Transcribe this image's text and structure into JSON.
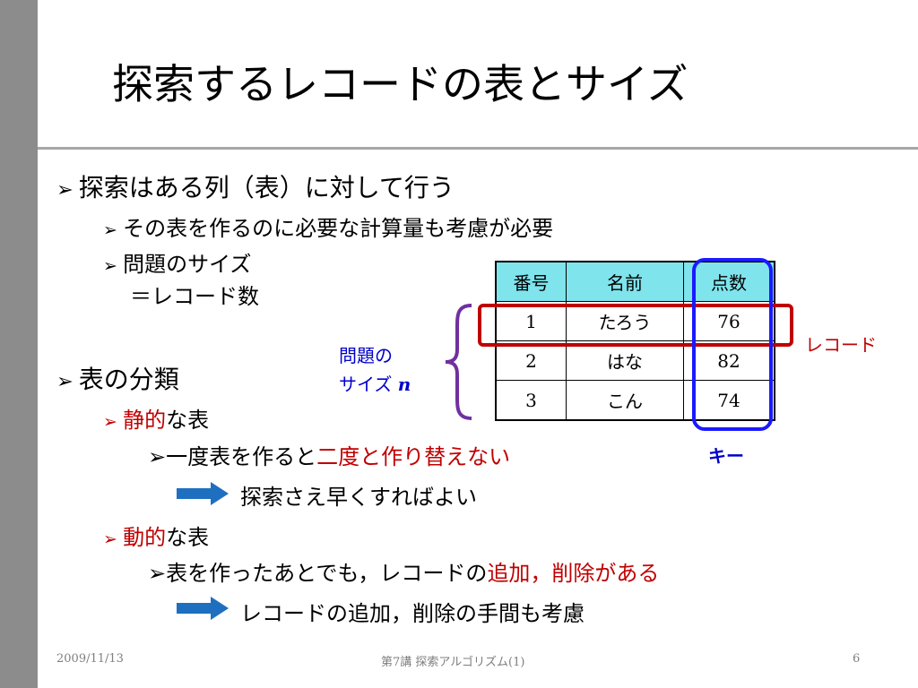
{
  "title": "探索するレコードの表とサイズ",
  "bullets": {
    "b1": "探索はある列（表）に対して行う",
    "b1_1": "その表を作るのに必要な計算量も考慮が必要",
    "b1_2a": "問題のサイズ",
    "b1_2b": "＝レコード数",
    "b2": "表の分類",
    "b2_1_red": "静的",
    "b2_1_rest": "な表",
    "b2_1_1_a": "一度表を作ると",
    "b2_1_1_red": "二度と作り替えない",
    "b2_1_result": "探索さえ早くすればよい",
    "b2_2_red": "動的",
    "b2_2_rest": "な表",
    "b2_2_1_a": "表を作ったあとでも，レコードの",
    "b2_2_1_red": "追加，削除がある",
    "b2_2_result": "レコードの追加，削除の手間も考慮"
  },
  "table": {
    "headers": [
      "番号",
      "名前",
      "点数"
    ],
    "rows": [
      [
        "1",
        "たろう",
        "76"
      ],
      [
        "2",
        "はな",
        "82"
      ],
      [
        "3",
        "こん",
        "74"
      ]
    ]
  },
  "labels": {
    "size_line1": "問題の",
    "size_line2": "サイズ",
    "size_var": "n",
    "record": "レコード",
    "key": "キー"
  },
  "footer": {
    "date": "2009/11/13",
    "center": "第7講 探索アルゴリズム(1)",
    "page": "6"
  },
  "colors": {
    "accent_red": "#c00000",
    "accent_blue": "#0000cc",
    "arrow_blue": "#1f6fc0",
    "brace_purple": "#7030a0",
    "header_fill": "#7fe4ec"
  }
}
